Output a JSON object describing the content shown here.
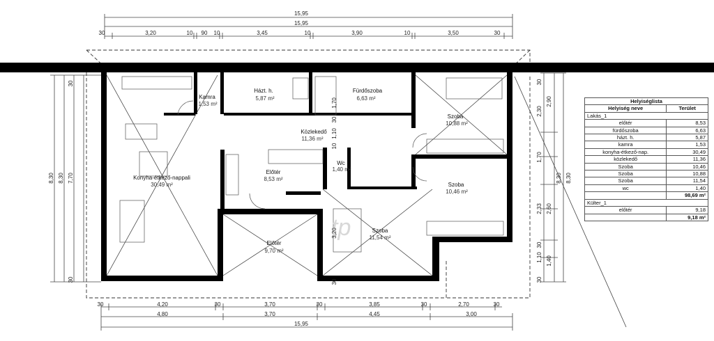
{
  "dims": {
    "top_total_1": "15,95",
    "top_total_2": "15,95",
    "top_segments": [
      "30",
      "3,20",
      "10",
      "90",
      "10",
      "3,45",
      "10",
      "3,90",
      "10",
      "3,50",
      "30"
    ],
    "bottom_segments_1": [
      "30",
      "4,20",
      "30",
      "3,70",
      "30",
      "3,85",
      "30",
      "2,70",
      "30"
    ],
    "bottom_segments_2": [
      "4,80",
      "3,70",
      "4,45",
      "3,00"
    ],
    "bottom_total": "15,95",
    "left_vertical": [
      "8,30",
      "8,30",
      "7,70",
      "30",
      "30"
    ],
    "right_vertical": [
      "30",
      "2,30",
      "2,90",
      "1,70",
      "2,33",
      "2,60",
      "1,10",
      "30",
      "1,40",
      "30",
      "8,30",
      "8,30"
    ],
    "interior": [
      "1,70",
      "30",
      "1,10",
      "10",
      "3,20",
      "30"
    ]
  },
  "rooms": [
    {
      "name": "Kamra",
      "area": "1,53 m²"
    },
    {
      "name": "Házt. h.",
      "area": "5,87 m²"
    },
    {
      "name": "Fürdőszoba",
      "area": "6,63 m²"
    },
    {
      "name": "Szoba",
      "area": "10,88 m²"
    },
    {
      "name": "Közlekedő",
      "area": "11,36 m²"
    },
    {
      "name": "Konyha-étkező-nappali",
      "area": "30,49 m²"
    },
    {
      "name": "Előtér",
      "area": "8,53 m²"
    },
    {
      "name": "Wc",
      "area": "1,40 m²"
    },
    {
      "name": "Szoba",
      "area": "10,46 m²"
    },
    {
      "name": "Szoba",
      "area": "11,54 m²"
    },
    {
      "name": "Előtér",
      "area": "9,70 m²"
    }
  ],
  "watermark": "tp",
  "table": {
    "title": "Helyiséglista",
    "col_name": "Helyiség neve",
    "col_area": "Terület",
    "section1": "Lakás_1",
    "rows1": [
      {
        "name": "előtér",
        "area": "8,53"
      },
      {
        "name": "fürdőszoba",
        "area": "6,63"
      },
      {
        "name": "házt. h.",
        "area": "5,87"
      },
      {
        "name": "kamra",
        "area": "1,53"
      },
      {
        "name": "konyha-étkező-nap.",
        "area": "30,49"
      },
      {
        "name": "közlekedő",
        "area": "11,36"
      },
      {
        "name": "Szoba",
        "area": "10,46"
      },
      {
        "name": "Szoba",
        "area": "10,88"
      },
      {
        "name": "Szoba",
        "area": "11,54"
      },
      {
        "name": "wc",
        "area": "1,40"
      }
    ],
    "total1": "98,69 m²",
    "section2": "Külter_1",
    "rows2": [
      {
        "name": "előtér",
        "area": "9,18"
      }
    ],
    "total2": "9,18 m²"
  }
}
